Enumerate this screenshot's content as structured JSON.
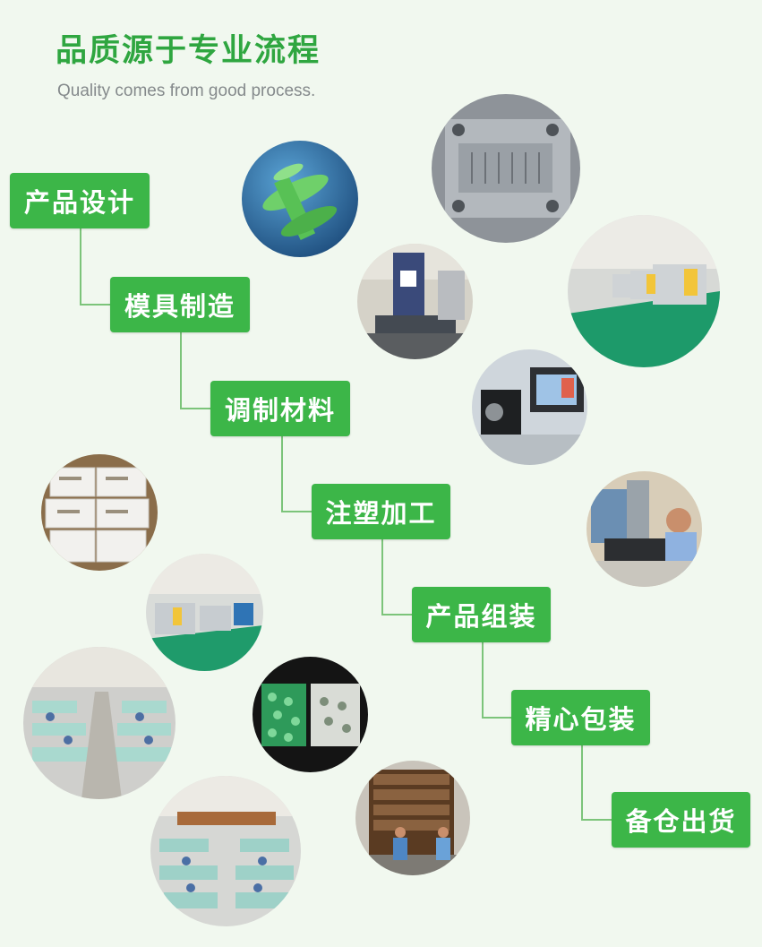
{
  "header": {
    "title": "品质源于专业流程",
    "subtitle": "Quality comes from good process."
  },
  "steps": [
    {
      "label": "产品设计"
    },
    {
      "label": "模具制造"
    },
    {
      "label": "调制材料"
    },
    {
      "label": "注塑加工"
    },
    {
      "label": "产品组装"
    },
    {
      "label": "精心包装"
    },
    {
      "label": "备仓出货"
    }
  ],
  "photos": [
    {
      "subject": "3d-part-render"
    },
    {
      "subject": "mold-block"
    },
    {
      "subject": "cnc-machine"
    },
    {
      "subject": "injection-workshop"
    },
    {
      "subject": "measuring-station"
    },
    {
      "subject": "testing-operator"
    },
    {
      "subject": "material-bags"
    },
    {
      "subject": "molding-line"
    },
    {
      "subject": "assembly-floor"
    },
    {
      "subject": "packaged-bags"
    },
    {
      "subject": "warehouse-workshop"
    },
    {
      "subject": "container-loading"
    }
  ],
  "colors": {
    "accent": "#3cb648",
    "title": "#2fa640",
    "background": "#f1f8ef",
    "subtitle": "#858a8c"
  }
}
